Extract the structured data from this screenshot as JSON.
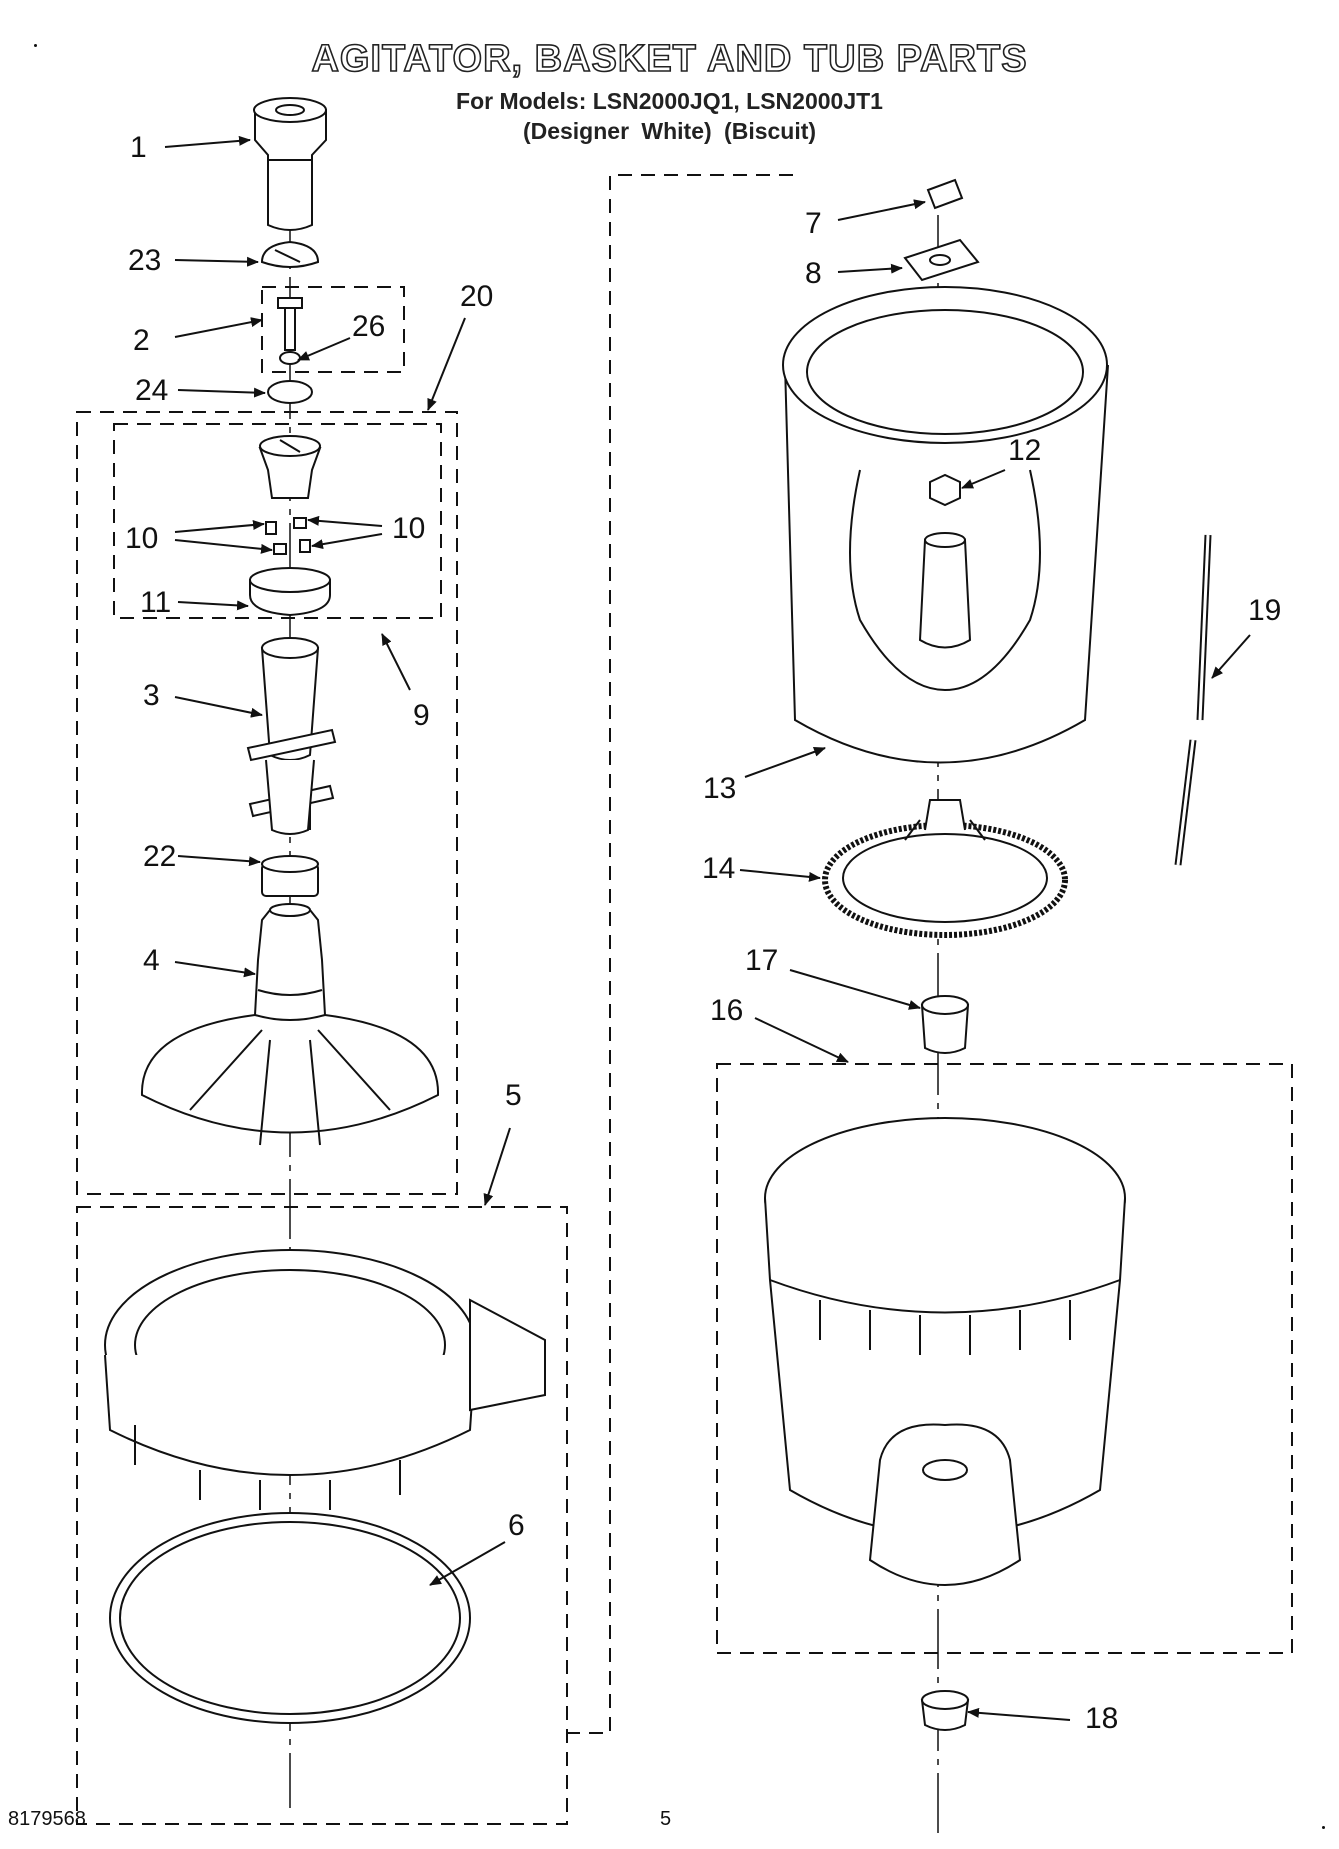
{
  "title": "AGITATOR, BASKET AND TUB PARTS",
  "models_line": "For Models: LSN2000JQ1, LSN2000JT1",
  "variants_line": "(Designer White)    (Biscuit)",
  "callouts": {
    "c1": "1",
    "c23": "23",
    "c2": "2",
    "c26": "26",
    "c24": "24",
    "c20": "20",
    "c10a": "10",
    "c10b": "10",
    "c11": "11",
    "c9": "9",
    "c3": "3",
    "c22": "22",
    "c4": "4",
    "c5": "5",
    "c6": "6",
    "c7": "7",
    "c8": "8",
    "c12": "12",
    "c13": "13",
    "c19": "19",
    "c14": "14",
    "c17": "17",
    "c16": "16",
    "c18": "18"
  },
  "footer": {
    "doc_number": "8179568",
    "page_number": "5"
  }
}
